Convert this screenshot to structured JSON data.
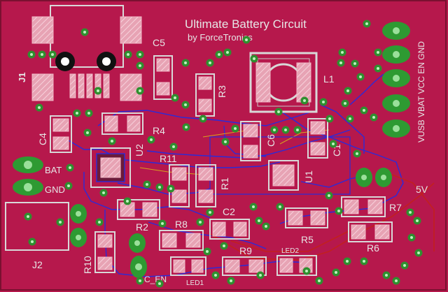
{
  "title": "Ultimate Battery Circuit",
  "subtitle": "by ForceTronics",
  "labels": {
    "j1": "J1",
    "j2": "J2",
    "c5": "C5",
    "r3": "R3",
    "l1": "L1",
    "c4": "C4",
    "r4": "R4",
    "u2": "U2",
    "c6": "C6",
    "c1": "C1",
    "r11": "R11",
    "r1": "R1",
    "u1": "U1",
    "bat": "BAT",
    "gnd": "GND",
    "c2": "C2",
    "r2": "R2",
    "r8": "R8",
    "r5": "R5",
    "r7": "R7",
    "r6": "R6",
    "r9": "R9",
    "r10": "R10",
    "led1": "LED1",
    "led2": "LED2",
    "c_en": "C_EN",
    "v5": "5V",
    "header": "VUSB VBAT VCC  EN GND"
  }
}
